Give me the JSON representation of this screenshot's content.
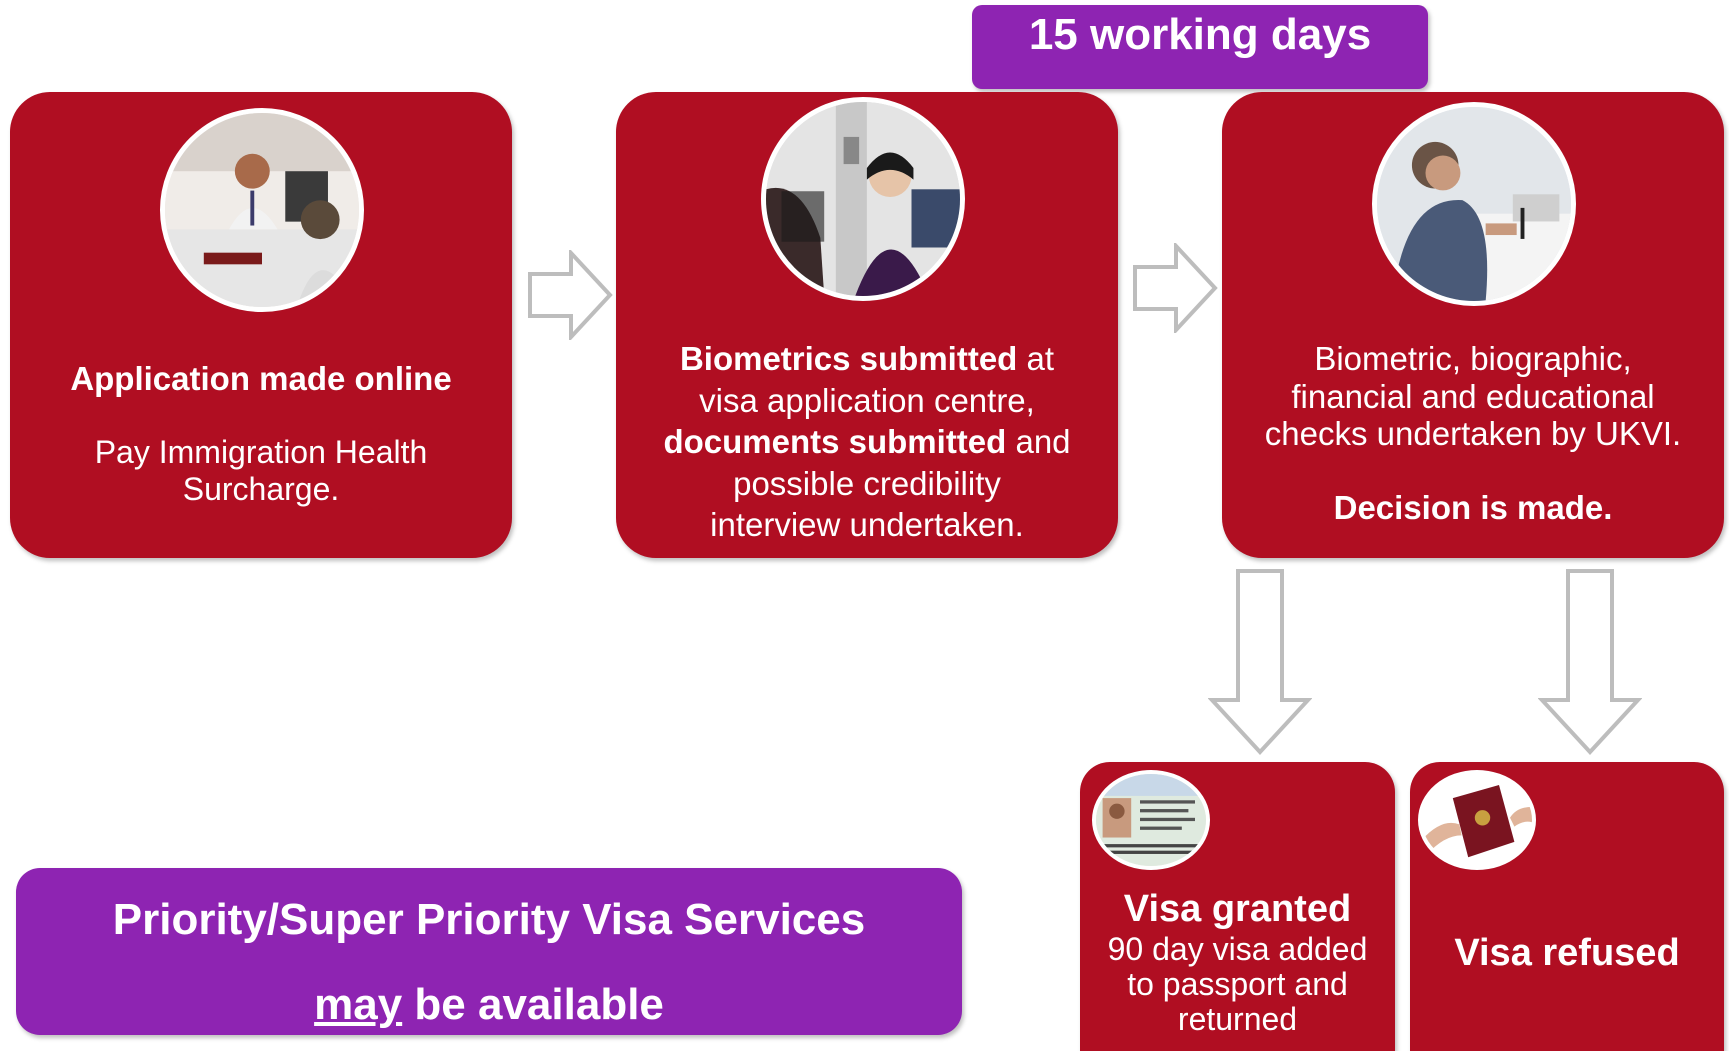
{
  "timeline": {
    "label": "15 working days"
  },
  "steps": [
    {
      "title": "Application made online",
      "body": "Pay Immigration Health Surcharge."
    },
    {
      "line1_bold": "Biometrics submitted",
      "line1_rest": " at",
      "line2": "visa application centre,",
      "line3_bold": "documents submitted",
      "line3_rest": " and",
      "line4": "possible credibility",
      "line5": "interview undertaken."
    },
    {
      "body": "Biometric, biographic, financial and educational checks undertaken by UKVI.",
      "decision": "Decision is made."
    }
  ],
  "outcomes": {
    "granted": {
      "title": "Visa granted",
      "body": "90 day visa added to passport and returned"
    },
    "refused": {
      "title": "Visa refused"
    }
  },
  "priority": {
    "line1": "Priority/Super Priority Visa Services",
    "emphasis": "may",
    "line2_rest": " be available"
  },
  "colors": {
    "step_box": "#b00e22",
    "purple": "#8e24b2",
    "arrow_stroke": "#bdbdbd"
  },
  "icons": [
    "right-arrow-icon",
    "down-arrow-icon"
  ]
}
